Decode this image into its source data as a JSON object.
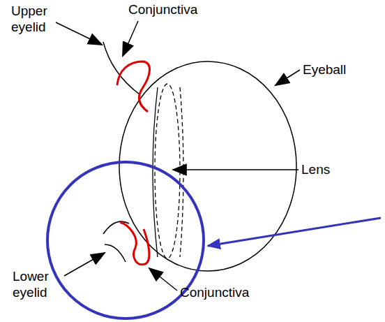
{
  "diagram": {
    "labels": [
      "Upper eyelid",
      "Conjunctiva",
      "Eyeball",
      "Lens",
      "Lower eyelid",
      "Conjunctiva"
    ]
  }
}
